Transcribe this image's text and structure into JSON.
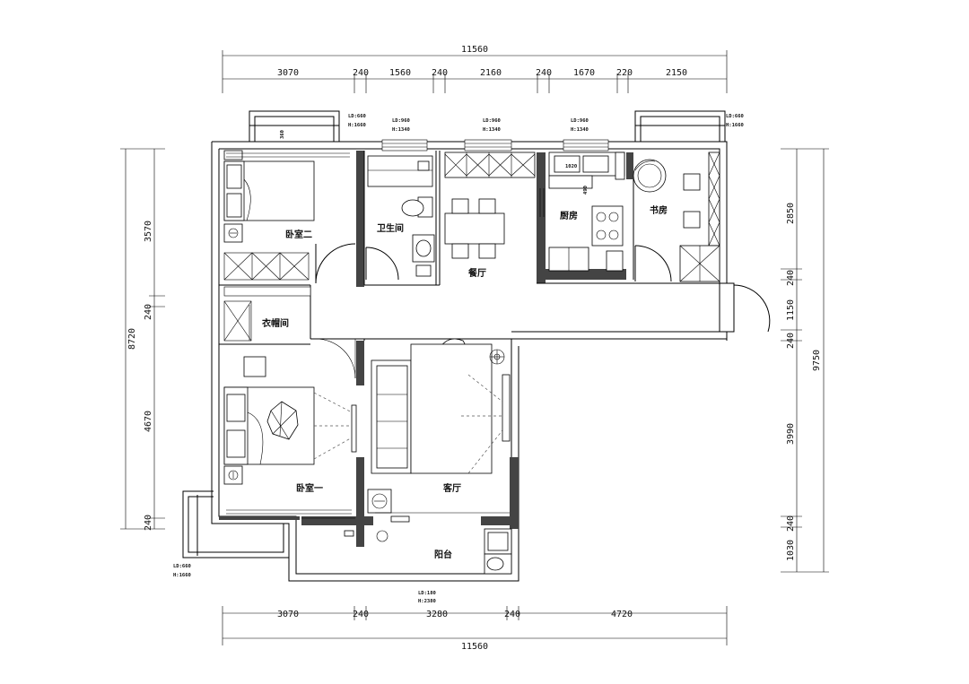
{
  "dimensions": {
    "top_total": "11560",
    "top_segments": [
      "3070",
      "240",
      "1560",
      "240",
      "2160",
      "240",
      "1670",
      "220",
      "2150"
    ],
    "bottom_total": "11560",
    "bottom_segments": [
      "3070",
      "240",
      "3280",
      "240",
      "4720"
    ],
    "left_total": "8720",
    "left_segments": [
      "3570",
      "240",
      "4670",
      "240"
    ],
    "right_total": "9750",
    "right_segments": [
      "2850",
      "240",
      "1150",
      "240",
      "3990",
      "240",
      "1030"
    ],
    "door_small": "360",
    "kitchen_small": "490",
    "kitchen_top": "1020"
  },
  "rooms": {
    "bedroom2": "卧室二",
    "bathroom": "卫生间",
    "dining": "餐厅",
    "kitchen": "厨房",
    "study": "书房",
    "closet": "衣帽间",
    "bedroom1": "卧室一",
    "living": "客厅",
    "balcony": "阳台"
  },
  "windows": [
    {
      "ld": "LD:660",
      "h": "H:1660"
    },
    {
      "ld": "LD:960",
      "h": "H:1340"
    },
    {
      "ld": "LD:960",
      "h": "H:1340"
    },
    {
      "ld": "LD:960",
      "h": "H:1340"
    },
    {
      "ld": "LD:660",
      "h": "H:1660"
    },
    {
      "ld": "LD:660",
      "h": "H:1660"
    },
    {
      "ld": "LD:180",
      "h": "H:2380"
    }
  ]
}
